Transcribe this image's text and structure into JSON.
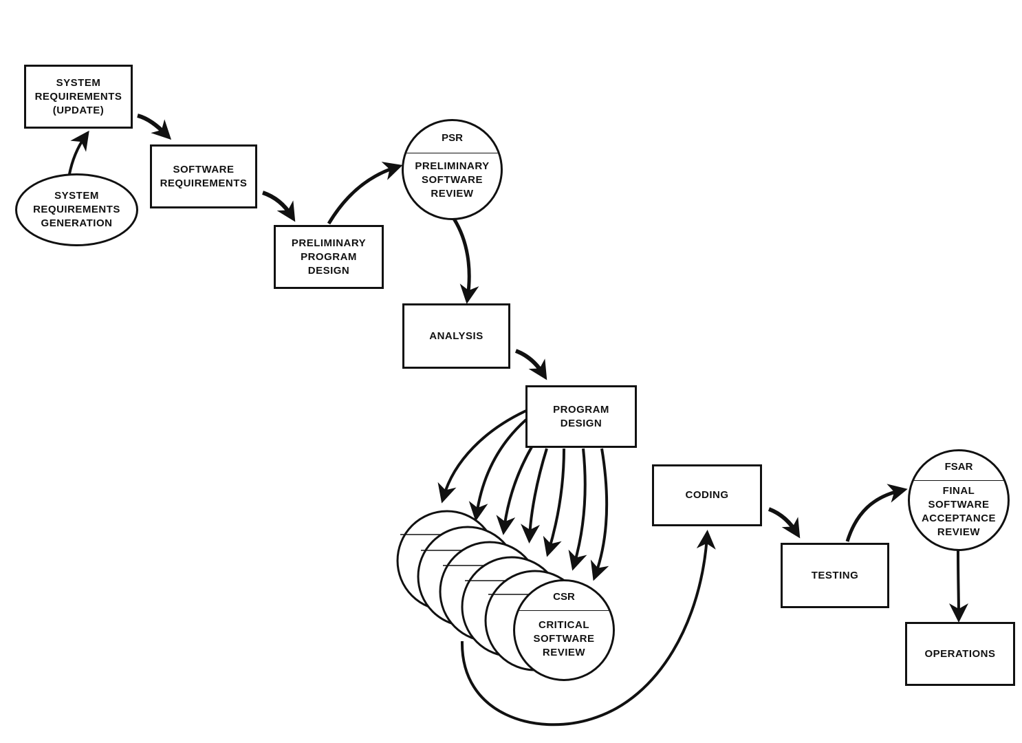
{
  "nodes": {
    "system_requirements_generation": "SYSTEM\nREQUIREMENTS\nGENERATION",
    "system_requirements_update": "SYSTEM\nREQUIREMENTS\n(UPDATE)",
    "software_requirements": "SOFTWARE\nREQUIREMENTS",
    "preliminary_program_design": "PRELIMINARY\nPROGRAM\nDESIGN",
    "analysis": "ANALYSIS",
    "program_design": "PROGRAM\nDESIGN",
    "coding": "CODING",
    "testing": "TESTING",
    "operations": "OPERATIONS"
  },
  "reviews": {
    "psr": {
      "abbr": "PSR",
      "name": "PRELIMINARY\nSOFTWARE\nREVIEW"
    },
    "csr": {
      "abbr": "CSR",
      "name": "CRITICAL\nSOFTWARE\nREVIEW"
    },
    "fsar": {
      "abbr": "FSAR",
      "name": "FINAL\nSOFTWARE\nACCEPTANCE\nREVIEW"
    }
  },
  "csr_stack_count": 6
}
